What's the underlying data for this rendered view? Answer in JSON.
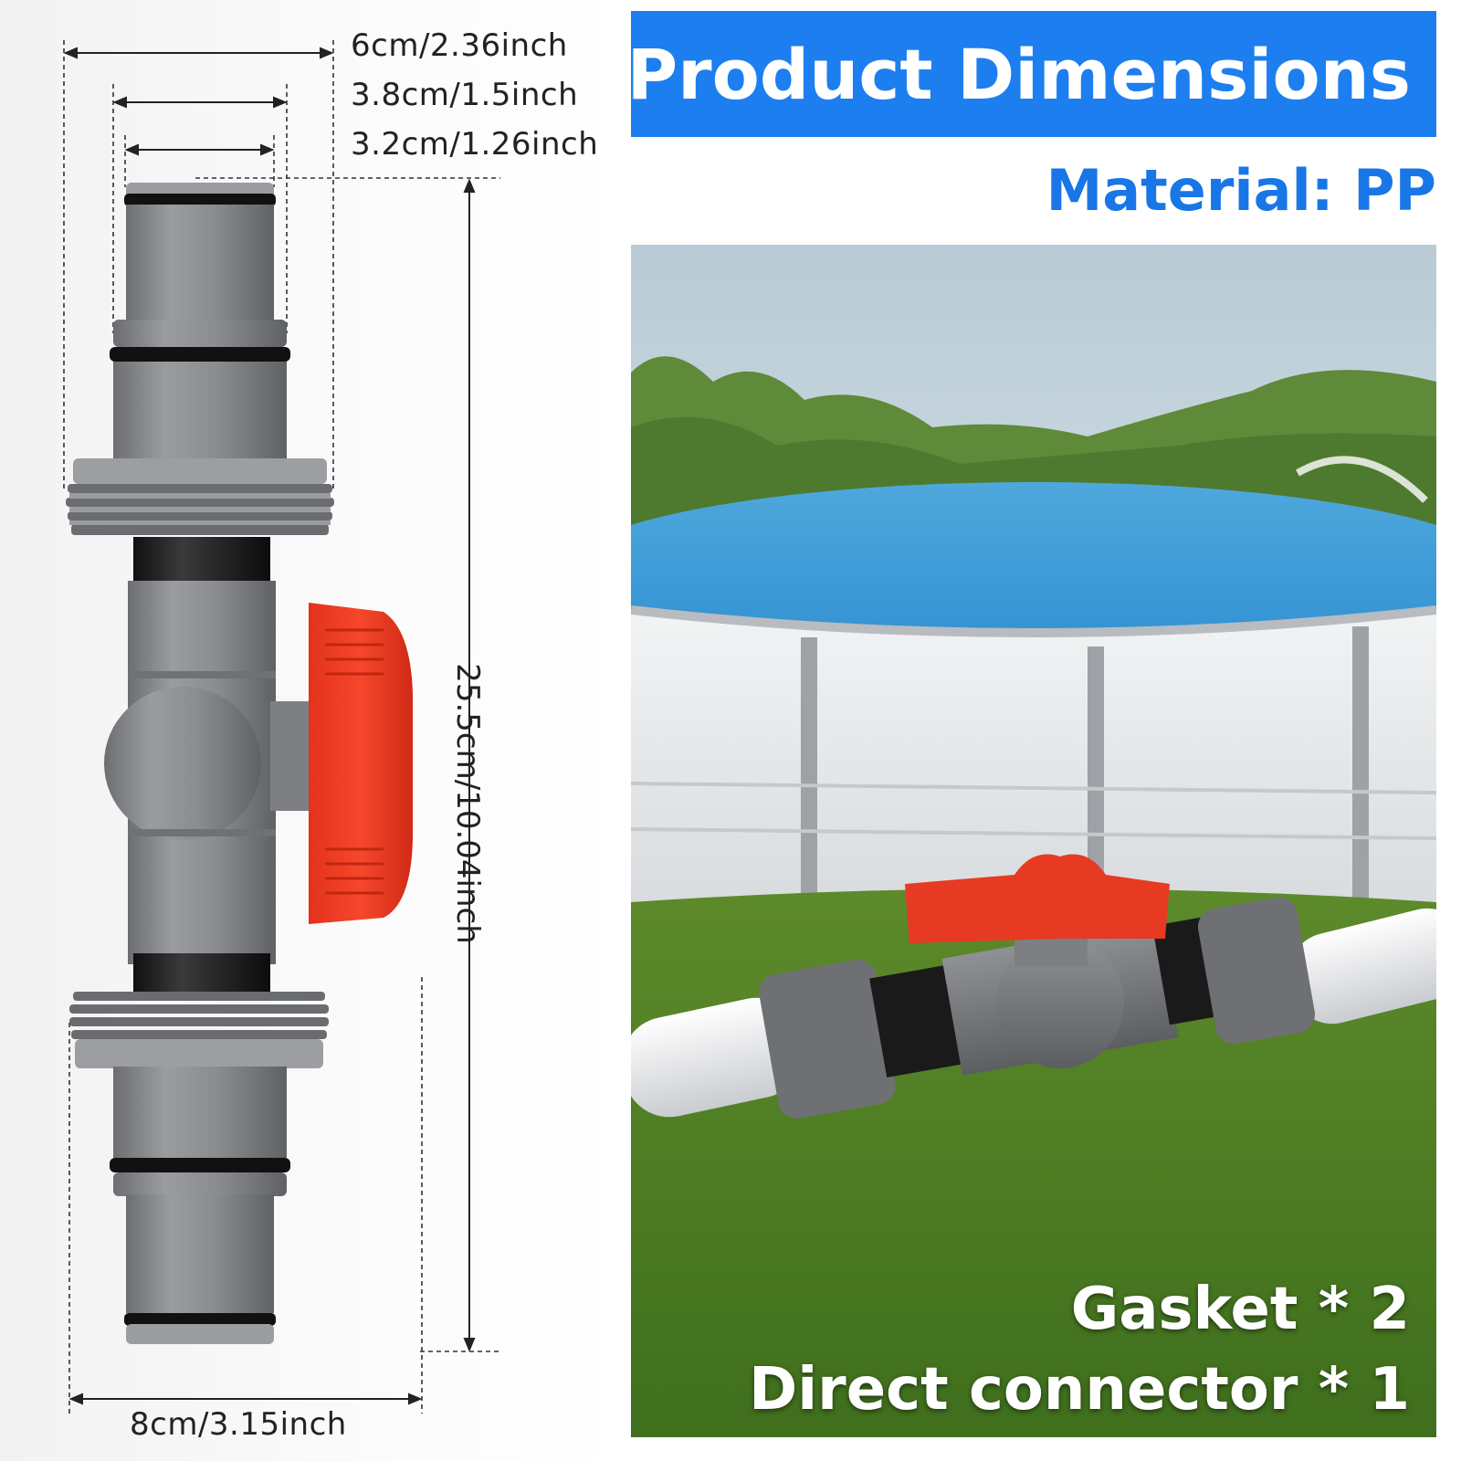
{
  "header": {
    "title": "Product Dimensions",
    "material": "Material: PP"
  },
  "dimensions": {
    "outer_diameter": "6cm/2.36inch",
    "middle_diameter": "3.8cm/1.5inch",
    "inner_diameter": "3.2cm/1.26inch",
    "length": "25.5cm/10.04inch",
    "base_width": "8cm/3.15inch"
  },
  "package_contents": {
    "gasket": "Gasket * 2",
    "connector": "Direct connector * 1"
  },
  "colors": {
    "title_bar": "#1d7ef0",
    "material_text": "#1876e6",
    "pipe_gray": "#8d8f93",
    "valve_red": "#f23b24"
  }
}
